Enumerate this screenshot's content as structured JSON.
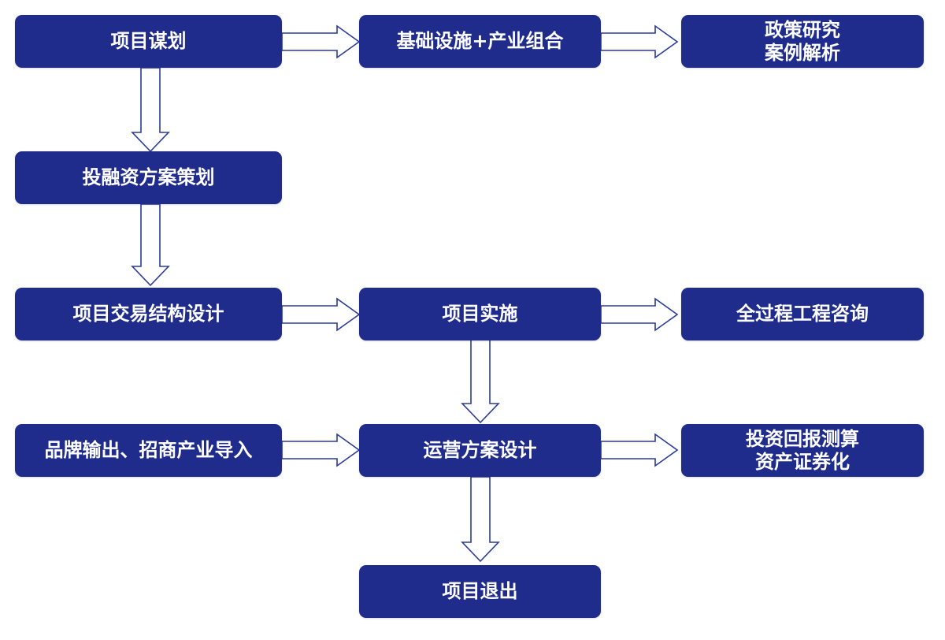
{
  "theme": {
    "node_fill": "#1f2c8c",
    "node_text": "#ffffff",
    "arrow_stroke": "#2a3a9a",
    "arrow_fill": "#ffffff"
  },
  "nodes": {
    "project_planning": {
      "label": "项目谋划"
    },
    "infra_industry": {
      "label": "基础设施+产业组合"
    },
    "policy_research": {
      "line1": "政策研究",
      "line2": "案例解析"
    },
    "investment_financing": {
      "label": "投融资方案策划"
    },
    "transaction_structure": {
      "label": "项目交易结构设计"
    },
    "implementation": {
      "label": "项目实施"
    },
    "whole_process_consulting": {
      "label": "全过程工程咨询"
    },
    "brand_output": {
      "label": "品牌输出、招商产业导入"
    },
    "operation_plan": {
      "label": "运营方案设计"
    },
    "return_calculation": {
      "line1": "投资回报测算",
      "line2": "资产证券化"
    },
    "project_exit": {
      "label": "项目退出"
    }
  },
  "edges": [
    {
      "from": "project_planning",
      "to": "infra_industry",
      "direction": "right"
    },
    {
      "from": "infra_industry",
      "to": "policy_research",
      "direction": "right"
    },
    {
      "from": "project_planning",
      "to": "investment_financing",
      "direction": "down"
    },
    {
      "from": "investment_financing",
      "to": "transaction_structure",
      "direction": "down"
    },
    {
      "from": "transaction_structure",
      "to": "implementation",
      "direction": "right"
    },
    {
      "from": "implementation",
      "to": "whole_process_consulting",
      "direction": "right"
    },
    {
      "from": "implementation",
      "to": "operation_plan",
      "direction": "down"
    },
    {
      "from": "brand_output",
      "to": "operation_plan",
      "direction": "right"
    },
    {
      "from": "operation_plan",
      "to": "return_calculation",
      "direction": "right"
    },
    {
      "from": "operation_plan",
      "to": "project_exit",
      "direction": "down"
    }
  ]
}
